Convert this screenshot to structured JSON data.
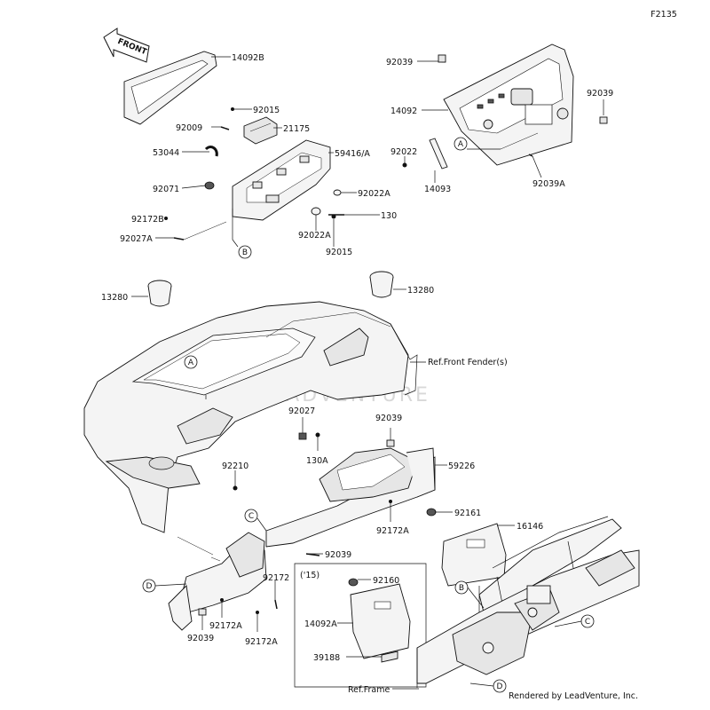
{
  "figure_code": "F2135",
  "watermark": "LEADVENTURE",
  "footer_text": "Rendered by LeadVenture, Inc.",
  "front_arrow_text": "FRONT",
  "variant_note": "('15)",
  "refs": {
    "front_fender": "Ref.Front Fender(s)",
    "frame": "Ref.Frame"
  },
  "callouts": [
    "A",
    "A",
    "B",
    "B",
    "C",
    "C",
    "D",
    "D"
  ],
  "labels": {
    "p14092B": "14092B",
    "p92015a": "92015",
    "p92009": "92009",
    "p21175": "21175",
    "p53044": "53044",
    "p59416A": "59416/A",
    "p92071": "92071",
    "p92022Aa": "92022A",
    "p130": "130",
    "p92172B": "92172B",
    "p92027A": "92027A",
    "p92022Ab": "92022A",
    "p92015b": "92015",
    "p92039a": "92039",
    "p92039b": "92039",
    "p14092": "14092",
    "p92022": "92022",
    "p14093": "14093",
    "p92039A": "92039A",
    "p13280a": "13280",
    "p13280b": "13280",
    "p92027": "92027",
    "p130A": "130A",
    "p92039c": "92039",
    "p59226": "59226",
    "p92210": "92210",
    "p92161": "92161",
    "p92172Aa": "92172A",
    "p16146": "16146",
    "p92039d": "92039",
    "p92160": "92160",
    "p92172": "92172",
    "p14092A": "14092A",
    "p92172Ab": "92172A",
    "p92039e": "92039",
    "p92172Ac": "92172A",
    "p39188": "39188"
  }
}
